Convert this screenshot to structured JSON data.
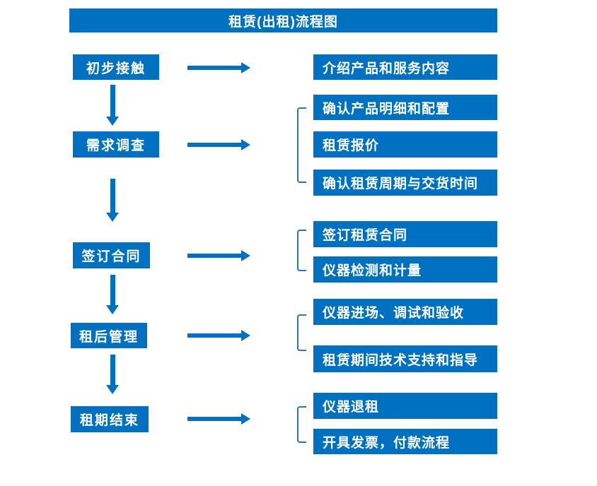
{
  "title": "租赁(出租)流程图",
  "colors": {
    "primary": "#0071C1",
    "bracket": "#2E74B5",
    "box_text": "#FFFFFF",
    "background": "#FFFFFF"
  },
  "flow": {
    "steps": [
      {
        "label": "初步接触",
        "details": [
          "介绍产品和服务内容"
        ]
      },
      {
        "label": "需求调查",
        "details": [
          "确认产品明细和配置",
          "租赁报价",
          "确认租赁周期与交货时间"
        ]
      },
      {
        "label": "签订合同",
        "details": [
          "签订租赁合同",
          "仪器检测和计量"
        ]
      },
      {
        "label": "租后管理",
        "details": [
          "仪器进场、调试和验收",
          "租赁期间技术支持和指导"
        ]
      },
      {
        "label": "租期结束",
        "details": [
          "仪器退租",
          "开具发票，付款流程"
        ]
      }
    ]
  }
}
